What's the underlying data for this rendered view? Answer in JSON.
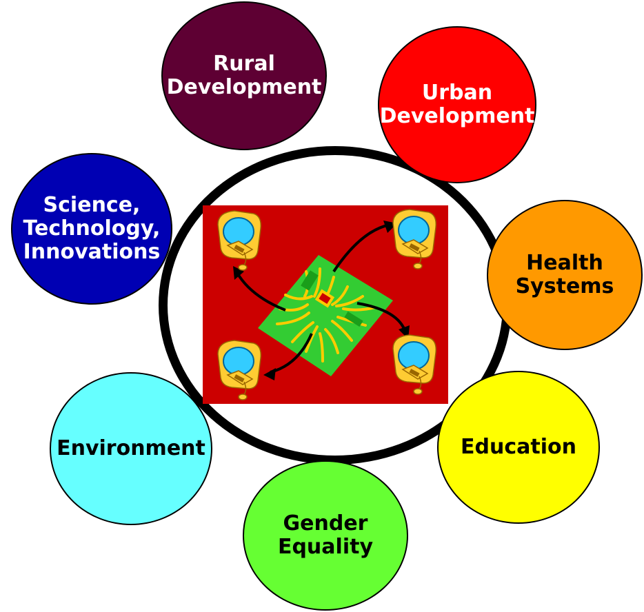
{
  "topics": [
    {
      "key": "rural",
      "label": "Rural\nDevelopment",
      "fill": "#5e0033",
      "text_color": "#ffffff"
    },
    {
      "key": "urban",
      "label": "Urban\nDevelopment",
      "fill": "#ff0000",
      "text_color": "#ffffff"
    },
    {
      "key": "health",
      "label": "Health\nSystems",
      "fill": "#ff9900",
      "text_color": "#000000"
    },
    {
      "key": "education",
      "label": "Education",
      "fill": "#ffff00",
      "text_color": "#000000"
    },
    {
      "key": "gender",
      "label": "Gender\nEquality",
      "fill": "#66ff33",
      "text_color": "#000000"
    },
    {
      "key": "environment",
      "label": "Environment",
      "fill": "#66ffff",
      "text_color": "#000000"
    },
    {
      "key": "science",
      "label": "Science,\nTechnology,\nInnovations",
      "fill": "#0000b3",
      "text_color": "#ffffff"
    }
  ],
  "center": {
    "background": "#cc0000",
    "chip_color": "#33cc33",
    "trace_color": "#ffcc00",
    "icons": [
      "computer-icon",
      "computer-icon",
      "computer-icon",
      "computer-icon"
    ]
  }
}
